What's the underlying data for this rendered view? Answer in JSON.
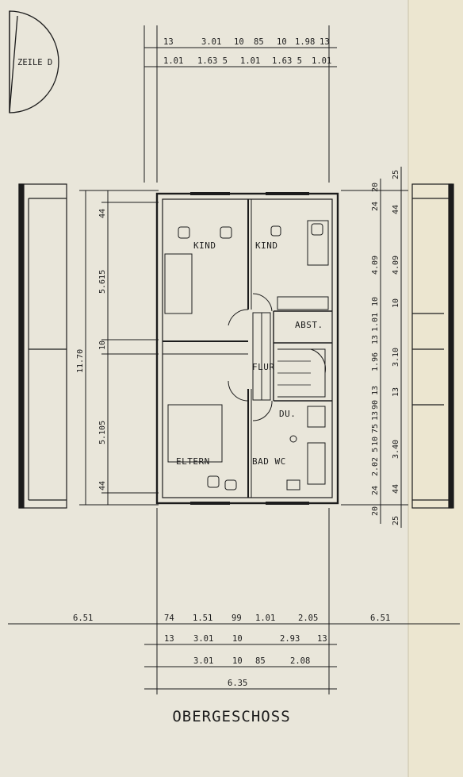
{
  "title": "OBERGESCHOSS",
  "compass_label": "ZEILE D",
  "rooms": {
    "kind_left": "KIND",
    "kind_right": "KIND",
    "abst": "ABST.",
    "flur": "FLUR",
    "du": "DU.",
    "eltern": "ELTERN",
    "bad_wc": "BAD WC"
  },
  "top_dims": {
    "row1": [
      "13",
      "3.01",
      "10",
      "85",
      "10",
      "1.98",
      "13"
    ],
    "row2": [
      "1.01",
      "1.63 5",
      "1.01",
      "1.63 5",
      "1.01"
    ]
  },
  "bottom_dims": {
    "row1": [
      "6.51",
      "74",
      "1.51",
      "99",
      "1.01",
      "2.05",
      "6.51"
    ],
    "row2": [
      "13",
      "3.01",
      "10",
      "2.93",
      "13"
    ],
    "row3": [
      "3.01",
      "10",
      "85",
      "2.08"
    ],
    "total": "6.35"
  },
  "left_dims": {
    "total": "11.70",
    "segments": [
      "44",
      "5.615",
      "10",
      "5.105",
      "44"
    ]
  },
  "right_dims": {
    "inner": [
      "20",
      "24",
      "4.09",
      "10",
      "1.01",
      "13",
      "1.96",
      "13",
      "90",
      "13",
      "75",
      "10",
      "2.02 5",
      "24",
      "20"
    ],
    "outer": [
      "25",
      "44",
      "4.09",
      "10",
      "3.10",
      "13",
      "3.40",
      "44",
      "25"
    ]
  }
}
